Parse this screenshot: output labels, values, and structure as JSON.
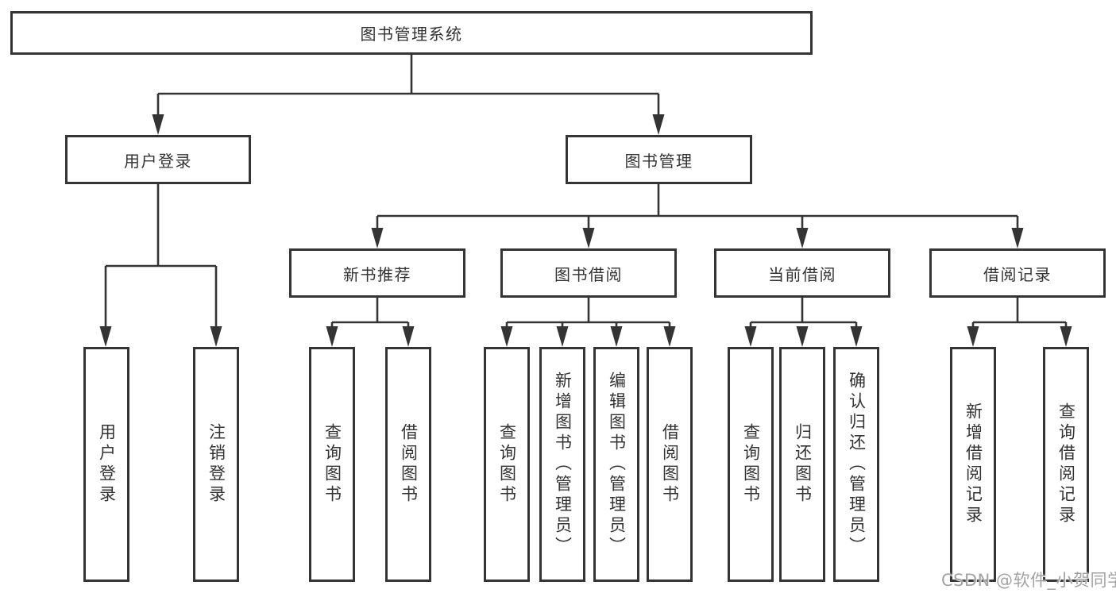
{
  "diagram": {
    "root": "图书管理系统",
    "branches": {
      "user": "用户登录",
      "books": "图书管理"
    },
    "modules": {
      "recommend": "新书推荐",
      "borrow": "图书借阅",
      "current": "当前借阅",
      "records": "借阅记录"
    },
    "leaves": {
      "user": [
        "用户登录",
        "注销登录"
      ],
      "recommend": [
        "查询图书",
        "借阅图书"
      ],
      "borrow": [
        "查询图书",
        "新增图书（管理员）",
        "编辑图书（管理员）",
        "借阅图书"
      ],
      "current": [
        "查询图书",
        "归还图书",
        "确认归还（管理员）"
      ],
      "records": [
        "新增借阅记录",
        "查询借阅记录"
      ]
    }
  },
  "watermark": "CSDN @软件_小贺同学",
  "colors": {
    "line": "#343434",
    "text": "#333333",
    "watermark": "#a3a3a3",
    "background": "#ffffff"
  }
}
